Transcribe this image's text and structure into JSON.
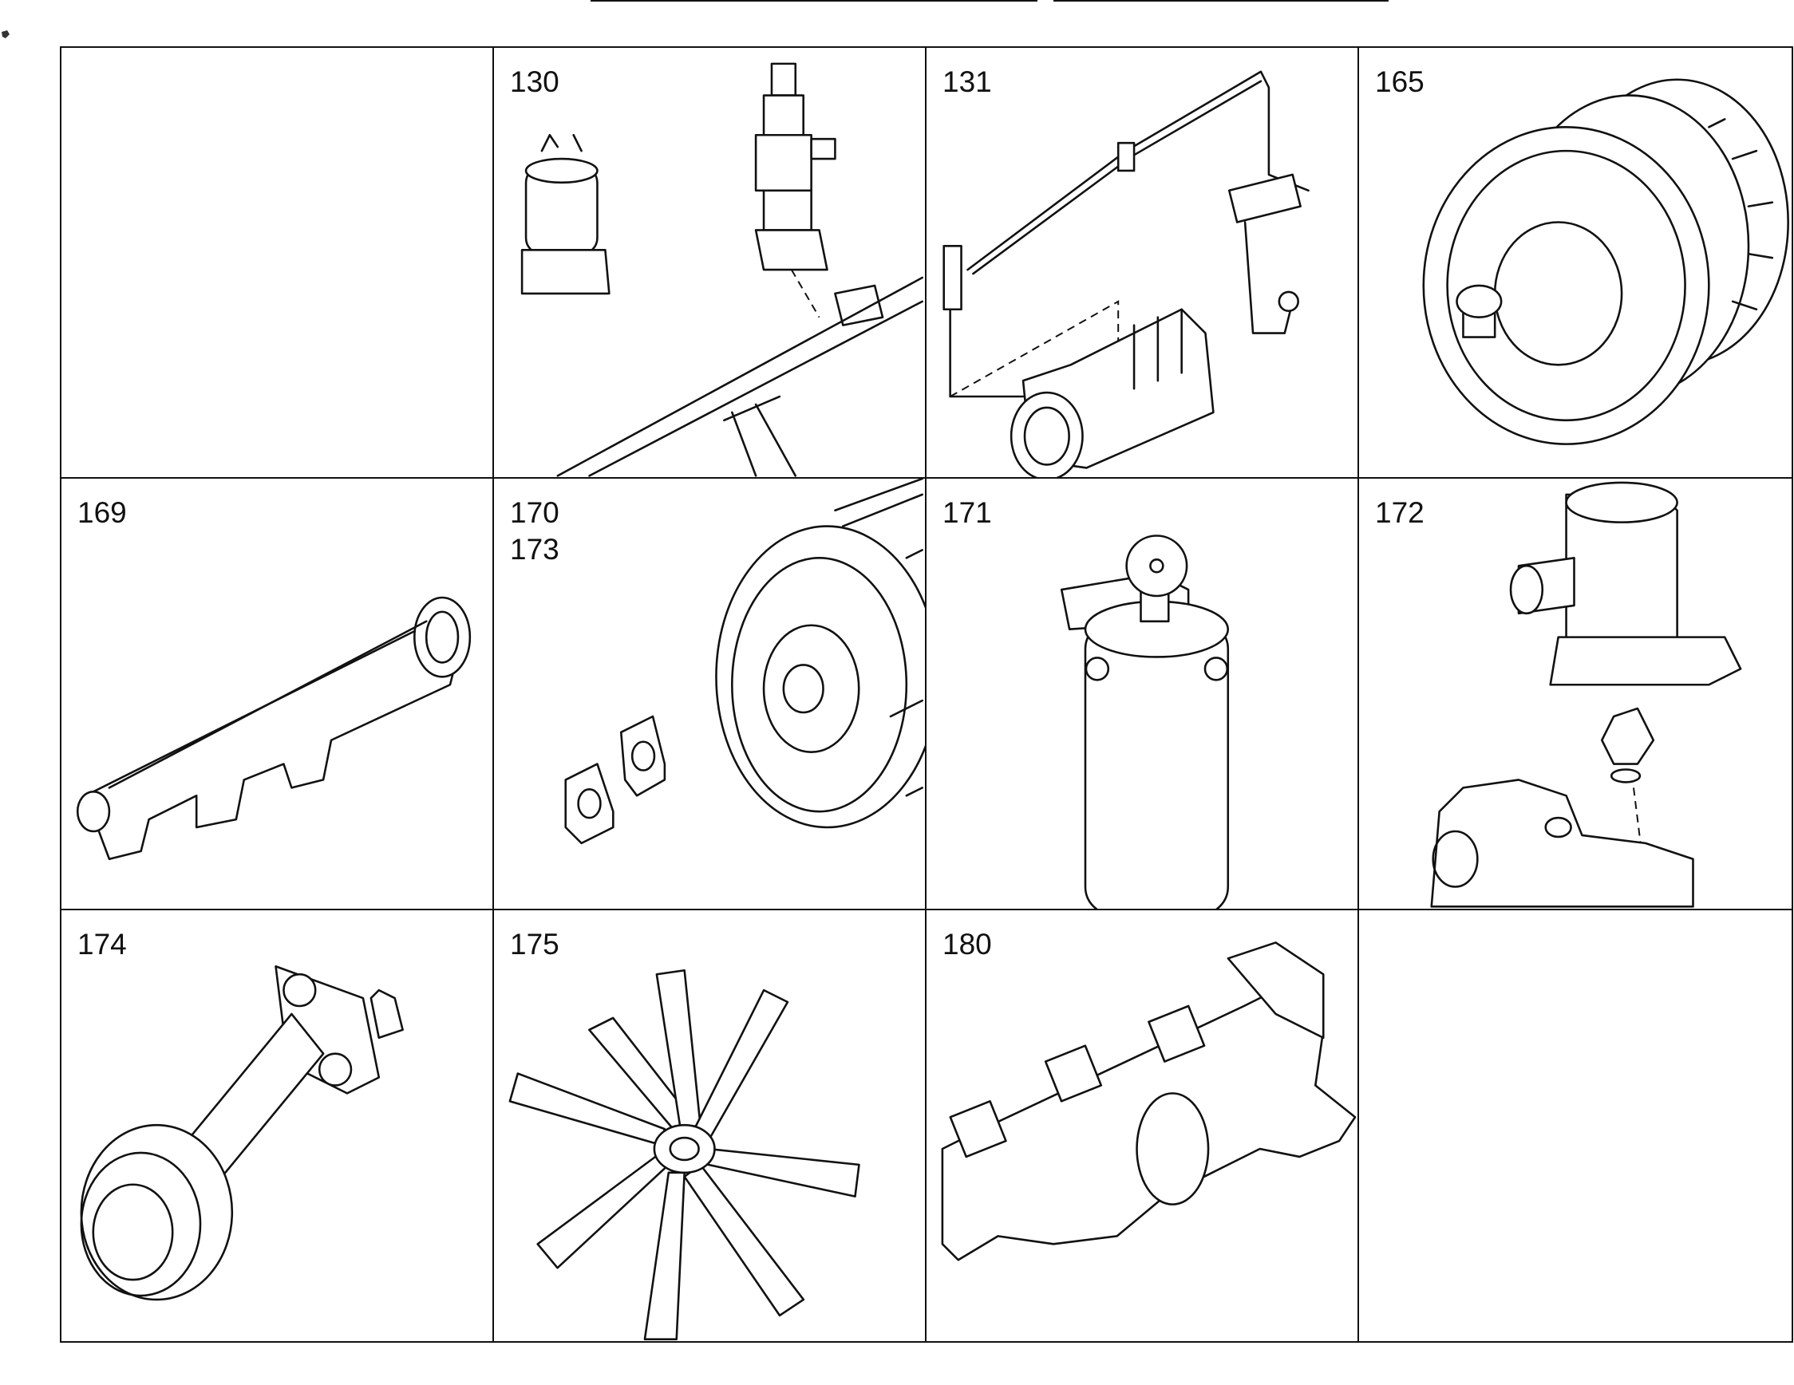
{
  "parts": [
    {
      "labels": []
    },
    {
      "labels": [
        "130"
      ],
      "icon": "glow-plug-and-relay-icon"
    },
    {
      "labels": [
        "131"
      ],
      "icon": "injector-line-assembly-icon"
    },
    {
      "labels": [
        "165"
      ],
      "icon": "vibration-damper-icon"
    },
    {
      "labels": [
        "169"
      ],
      "icon": "intake-manifold-icon"
    },
    {
      "labels": [
        "170",
        "173"
      ],
      "icon": "flywheel-housing-icon"
    },
    {
      "labels": [
        "171"
      ],
      "icon": "oil-filter-icon"
    },
    {
      "labels": [
        "172"
      ],
      "icon": "thermostat-housing-icon"
    },
    {
      "labels": [
        "174"
      ],
      "icon": "drive-shaft-icon"
    },
    {
      "labels": [
        "175"
      ],
      "icon": "cooling-fan-icon"
    },
    {
      "labels": [
        "180"
      ],
      "icon": "exhaust-manifold-icon"
    },
    {
      "labels": []
    }
  ]
}
